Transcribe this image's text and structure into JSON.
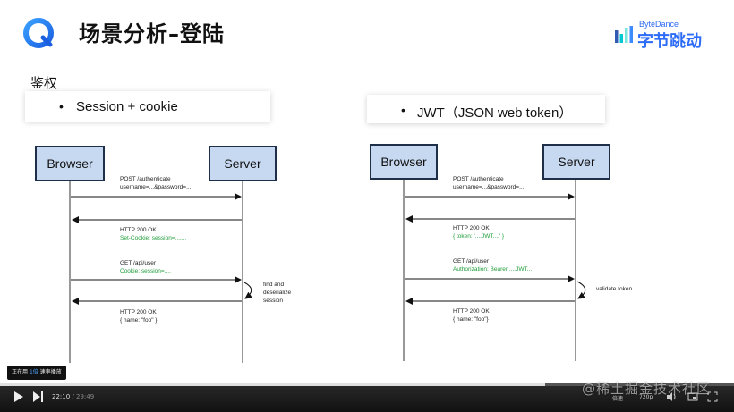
{
  "header": {
    "title": "场景分析–登陆",
    "brand_small": "ByteDance",
    "brand_name": "字节跳动"
  },
  "section_label": "鉴权",
  "left_box": {
    "bullet": "•",
    "text": "Session + cookie"
  },
  "right_box": {
    "bullet": "•",
    "text": "JWT（JSON web token）"
  },
  "left_diagram": {
    "client": "Browser",
    "server": "Server",
    "steps": [
      {
        "line1": "POST /authenticate",
        "line2": "username=...&password=..."
      },
      {
        "line1": "HTTP 200 OK",
        "line2": "Set-Cookie: session=......."
      },
      {
        "line1": "GET /api/user",
        "line2": "Cookie: session=...."
      },
      {
        "line1": "HTTP 200 OK",
        "line2": "{  name: \"foo\" }"
      }
    ],
    "note": [
      "find and",
      "deserialize",
      "session"
    ]
  },
  "right_diagram": {
    "client": "Browser",
    "server": "Server",
    "steps": [
      {
        "line1": "POST /authenticate",
        "line2": "username=...&password=..."
      },
      {
        "line1": "HTTP 200 OK",
        "line2": "{ token: '....JWT....' }"
      },
      {
        "line1": "GET /api/user",
        "line2": "Authorization: Bearer ....JWT..."
      },
      {
        "line1": "HTTP 200 OK",
        "line2": "{ name: \"foo\"}"
      }
    ],
    "note": [
      "validate token"
    ]
  },
  "player": {
    "speed_tip_prefix": "正在用",
    "speed_tip_value": "1倍",
    "speed_tip_suffix": "速率播放",
    "current_time": "22:10",
    "duration": "29:49",
    "progress": 0.743,
    "quality": "倍速",
    "resolution": "720p",
    "watermark": "@稀土掘金技术社区"
  },
  "colors": {
    "box_fill": "#c7d9f1",
    "box_stroke": "#1f2f4a",
    "green_text": "#1f9d3a",
    "brand_blue": "#2d6cf6"
  }
}
